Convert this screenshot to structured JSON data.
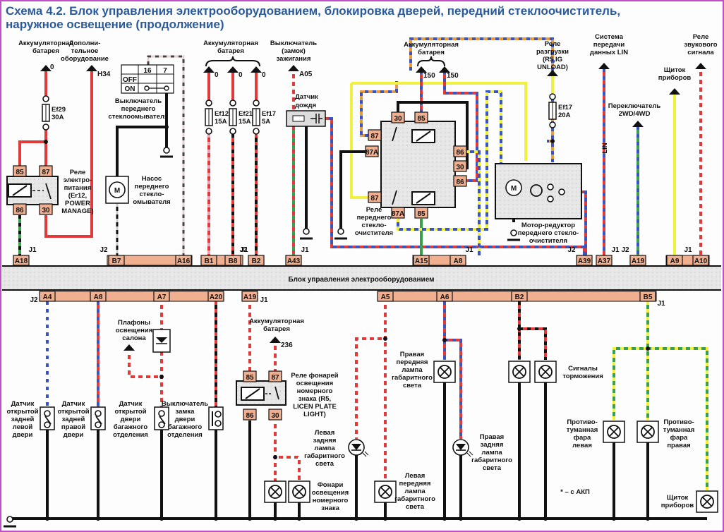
{
  "title": {
    "line1": "Схема 4.2. Блок управления электрооборудованием, блокировка дверей, передний стеклоочиститель,",
    "line2": "наружное освещение (продолжение)"
  },
  "colors": {
    "title": "#2a5a9c",
    "red": "#e03a3a",
    "black": "#111111",
    "blue": "#3a55c0",
    "yellow": "#f0f040",
    "green": "#3aa050",
    "orange": "#e89a40",
    "connector_fill": "#f0b090",
    "ecu_band": "#e4e4e4",
    "frame": "#c050c8"
  },
  "ecu": {
    "label": "Блок управления электрооборудованием",
    "top_connectors": [
      {
        "pin": "A18",
        "jack": "J1"
      },
      {
        "pin": "B7",
        "jack": "J2"
      },
      {
        "pin": "A16",
        "jack": ""
      },
      {
        "pin": "B1",
        "jack": ""
      },
      {
        "pin": "B8",
        "jack": "J1"
      },
      {
        "pin": "B2",
        "jack": "J2"
      },
      {
        "pin": "A43",
        "jack": "J1"
      },
      {
        "pin": "A15",
        "jack": ""
      },
      {
        "pin": "A8",
        "jack": "J1"
      },
      {
        "pin": "A39",
        "jack": "J2"
      },
      {
        "pin": "A37",
        "jack": "J1"
      },
      {
        "pin": "A19",
        "jack": "J2"
      },
      {
        "pin": "A9",
        "jack": ""
      },
      {
        "pin": "A10",
        "jack": "J1"
      }
    ],
    "bottom_connectors": [
      {
        "pin": "A4",
        "jack": "J2"
      },
      {
        "pin": "A8",
        "jack": ""
      },
      {
        "pin": "A7",
        "jack": ""
      },
      {
        "pin": "A20",
        "jack": ""
      },
      {
        "pin": "A19",
        "jack": "J1"
      },
      {
        "pin": "A5",
        "jack": ""
      },
      {
        "pin": "A6",
        "jack": ""
      },
      {
        "pin": "B2",
        "jack": ""
      },
      {
        "pin": "B5",
        "jack": "J1"
      }
    ]
  },
  "top": {
    "battery1": {
      "label": [
        "Аккумуляторная",
        "батарея"
      ],
      "wire": "0"
    },
    "extra_equipment": {
      "label": [
        "Дополни-",
        "тельное",
        "оборудование"
      ],
      "wire": "H34"
    },
    "fuse_ef29": {
      "name": "Ef29",
      "rating": "30A"
    },
    "power_relay": {
      "label": [
        "Реле",
        "электро-",
        "питания",
        "(Er12,",
        "POWER",
        "MANAGE)"
      ],
      "pins": [
        "85",
        "87",
        "86",
        "30"
      ]
    },
    "washer_switch_table": {
      "cols": [
        "16",
        "7"
      ],
      "rows": [
        "OFF",
        "ON"
      ]
    },
    "washer_switch": {
      "label": [
        "Выключатель",
        "переднего",
        "стеклоомывателя"
      ]
    },
    "washer_pump": {
      "label": [
        "Насос",
        "переднего",
        "стекло-",
        "омывателя"
      ],
      "symbol": "M"
    },
    "battery2": {
      "label": [
        "Аккумуляторная",
        "батарея"
      ],
      "wires": [
        "0",
        "0",
        "0"
      ]
    },
    "fuses": [
      {
        "name": "Ef12",
        "rating": "15A"
      },
      {
        "name": "Ef21",
        "rating": "15A"
      },
      {
        "name": "Ef17",
        "rating": "5A"
      }
    ],
    "ignition": {
      "label": [
        "Выключатель",
        "(замок)",
        "зажигания"
      ],
      "wire": "A05"
    },
    "rain_sensor": {
      "label": [
        "Датчик",
        "дождя"
      ]
    },
    "battery3": {
      "label": [
        "Аккумуляторная",
        "батарея"
      ],
      "wires": [
        "150",
        "150"
      ]
    },
    "wiper_relay": {
      "label": [
        "Реле",
        "переднего",
        "стекло-",
        "очистителя"
      ],
      "pins": [
        "30",
        "85",
        "87",
        "87A",
        "86",
        "30",
        "86",
        "87",
        "87A",
        "85"
      ]
    },
    "unload_relay": {
      "label": [
        "Реле",
        "разгрузки",
        "(R5,IG",
        "UNLOAD)"
      ]
    },
    "fuse_ef17b": {
      "name": "Ef17",
      "rating": "20A"
    },
    "wiper_motor": {
      "label": [
        "Мотор-редуктор",
        "переднего стекло-",
        "очистителя"
      ],
      "symbol": "M"
    },
    "lin": {
      "label": [
        "Система",
        "передачи",
        "данных LIN"
      ],
      "wire_tag": "LIN"
    },
    "switch_4wd": {
      "label": [
        "Переключатель",
        "2WD/4WD"
      ]
    },
    "cluster": {
      "label": [
        "Щиток",
        "приборов"
      ]
    },
    "horn_relay": {
      "label": [
        "Реле",
        "звукового",
        "сигнала"
      ]
    }
  },
  "bottom": {
    "door_sensor_rear_left": {
      "label": [
        "Датчик",
        "открытой",
        "задней",
        "левой",
        "двери"
      ]
    },
    "door_sensor_rear_right": {
      "label": [
        "Датчик",
        "открытой",
        "задней",
        "правой",
        "двери"
      ]
    },
    "courtesy_lamps": {
      "label": [
        "Плафоны",
        "освещения",
        "салона"
      ]
    },
    "trunk_sensor": {
      "label": [
        "Датчик",
        "открытой",
        "двери",
        "багажного",
        "отделения"
      ]
    },
    "trunk_lock_switch": {
      "label": [
        "Выключатель",
        "замка",
        "двери",
        "багажного",
        "отделения"
      ]
    },
    "battery4": {
      "label": [
        "Аккумуляторная",
        "батарея"
      ],
      "wire": "236"
    },
    "plate_relay": {
      "label": [
        "Реле фонарей",
        "освещения",
        "номерного",
        "знака (R5,",
        "LICEN PLATE",
        "LIGHT)"
      ],
      "pins": [
        "85",
        "87",
        "86",
        "30"
      ]
    },
    "plate_lamps": {
      "label": [
        "Фонари",
        "освещения",
        "номерного",
        "знака"
      ]
    },
    "rear_left_marker": {
      "label": [
        "Левая",
        "задняя",
        "лампа",
        "габаритного",
        "света"
      ]
    },
    "front_left_marker": {
      "label": [
        "Левая",
        "передняя",
        "лампа",
        "габаритного",
        "света"
      ]
    },
    "front_right_marker": {
      "label": [
        "Правая",
        "передняя",
        "лампа",
        "габаритного",
        "света"
      ]
    },
    "rear_right_marker": {
      "label": [
        "Правая",
        "задняя",
        "лампа",
        "габаритного",
        "света"
      ]
    },
    "brake_lights": {
      "label": [
        "Сигналы",
        "торможения"
      ]
    },
    "fog_left": {
      "label": [
        "Противо-",
        "туманная",
        "фара",
        "левая"
      ]
    },
    "fog_right": {
      "label": [
        "Противо-",
        "туманная",
        "фара",
        "правая"
      ]
    },
    "cluster_lamp": {
      "label": [
        "Щиток",
        "приборов"
      ]
    },
    "note": "* – с АКП"
  }
}
